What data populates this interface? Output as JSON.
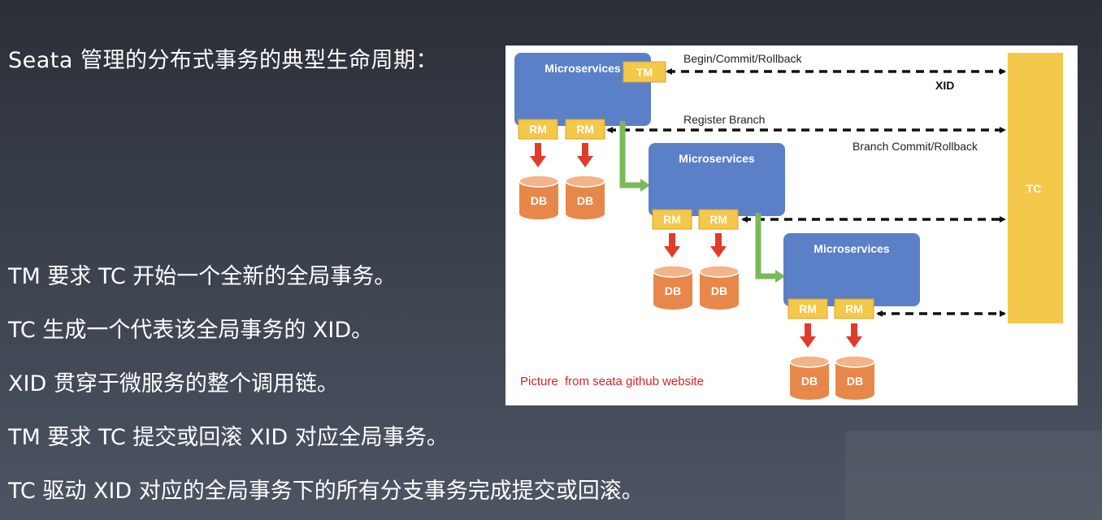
{
  "slide": {
    "title": "Seata 管理的分布式事务的典型生命周期：",
    "bullets": [
      "TM 要求 TC 开始一个全新的全局事务。",
      "TC 生成一个代表该全局事务的 XID。",
      "XID 贯穿于微服务的整个调用链。",
      "TM 要求 TC 提交或回滚 XID 对应全局事务。",
      "TC 驱动 XID 对应的全局事务下的所有分支事务完成提交或回滚。"
    ]
  },
  "diagram": {
    "microservice_label": "Microservices",
    "tm_label": "TM",
    "rm_label": "RM",
    "db_label": "DB",
    "tc_label": "TC",
    "begin_commit_rollback": "Begin/Commit/Rollback",
    "xid": "XID",
    "register_branch": "Register Branch",
    "branch_commit_rollback": "Branch Commit/Rollback",
    "caption": "Picture  from seata github website",
    "colors": {
      "microservice": "#5b80c8",
      "rm_tm": "#f4c84a",
      "db": "#e8874a",
      "tc": "#f4c84a",
      "red_arrow": "#e03c2a",
      "green_arrow": "#7ab858",
      "caption": "#e02020"
    }
  }
}
